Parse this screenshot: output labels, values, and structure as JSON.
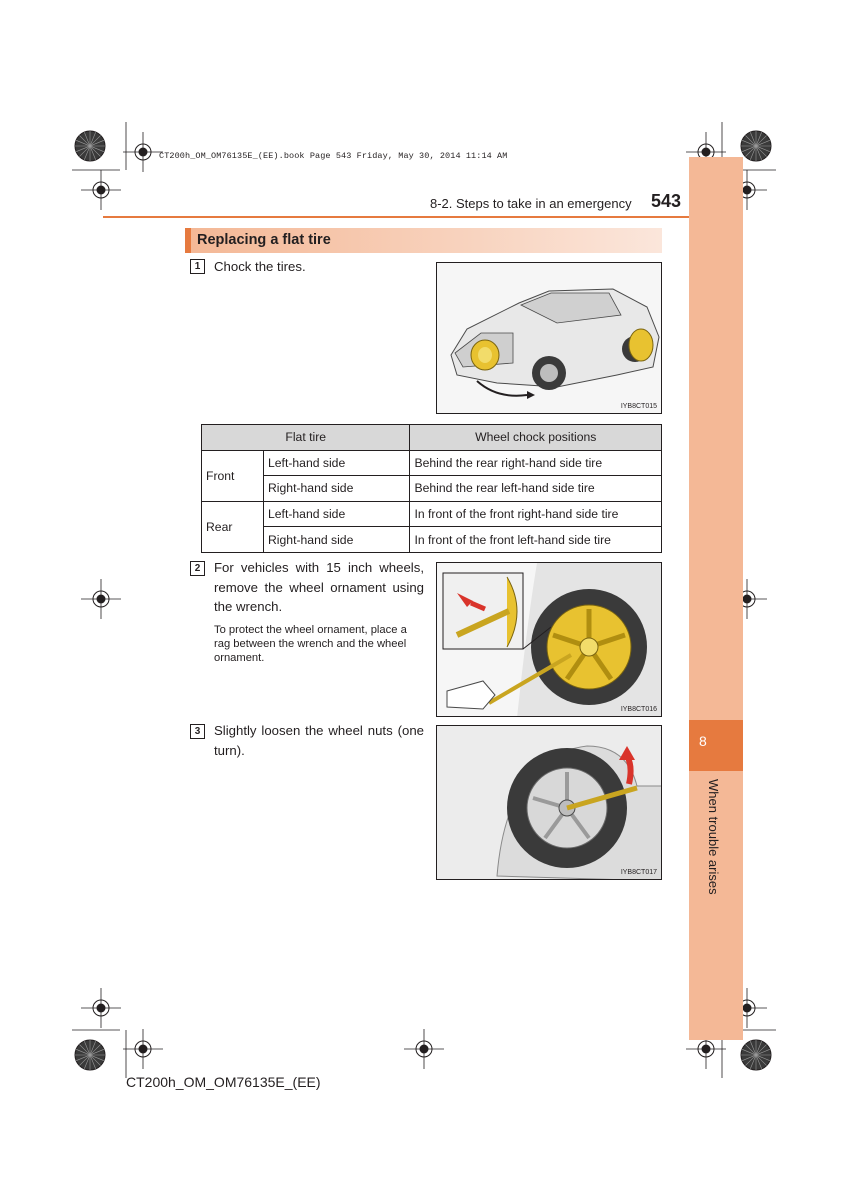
{
  "print_line": "CT200h_OM_OM76135E_(EE).book  Page 543  Friday, May 30, 2014  11:14 AM",
  "header": {
    "section": "8-2. Steps to take in an emergency",
    "page_number": "543"
  },
  "side_tab": {
    "chapter_number": "8",
    "chapter_title": "When trouble arises",
    "color": "#f4b896",
    "accent": "#e67a3f"
  },
  "heading": "Replacing a flat tire",
  "steps": [
    {
      "number": "1",
      "text": "Chock the tires."
    },
    {
      "number": "2",
      "text": "For vehicles with 15 inch wheels, remove the wheel ornament using the wrench.",
      "note": "To protect the wheel ornament, place a rag between the wrench and the wheel ornament."
    },
    {
      "number": "3",
      "text": "Slightly loosen the wheel nuts (one turn)."
    }
  ],
  "figures": [
    {
      "code": "IYB8CT015"
    },
    {
      "code": "IYB8CT016"
    },
    {
      "code": "IYB8CT017"
    }
  ],
  "table": {
    "headers": [
      "Flat tire",
      "Wheel chock positions"
    ],
    "groups": [
      {
        "label": "Front",
        "rows": [
          {
            "side": "Left-hand side",
            "position": "Behind the rear right-hand side tire"
          },
          {
            "side": "Right-hand side",
            "position": "Behind the rear left-hand side tire"
          }
        ]
      },
      {
        "label": "Rear",
        "rows": [
          {
            "side": "Left-hand side",
            "position": "In front of the front right-hand side tire"
          },
          {
            "side": "Right-hand side",
            "position": "In front of the front left-hand side tire"
          }
        ]
      }
    ]
  },
  "footer": "CT200h_OM_OM76135E_(EE)"
}
